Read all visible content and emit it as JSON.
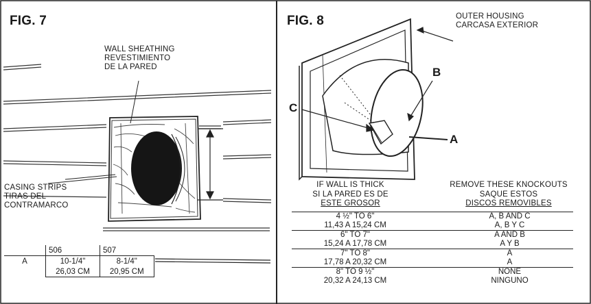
{
  "fig7": {
    "title": "FIG. 7",
    "wall_sheathing": [
      "WALL SHEATHING",
      "REVESTIMIENTO",
      "DE LA PARED"
    ],
    "casing_strips": [
      "CASING STRIPS",
      "TIRAS DEL",
      "CONTRAMARCO"
    ],
    "table": {
      "headers": [
        "",
        "506",
        "507"
      ],
      "rows": [
        [
          "A",
          "10-1/4\"",
          "8-1/4\""
        ],
        [
          "",
          "26,03 CM",
          "20,95 CM"
        ]
      ]
    }
  },
  "fig8": {
    "title": "FIG. 8",
    "outer_housing": [
      "OUTER HOUSING",
      "CARCASA EXTERIOR"
    ],
    "letters": {
      "a": "A",
      "b": "B",
      "c": "C"
    },
    "col1_header": [
      "IF WALL IS THICK",
      "SI LA PARED ES DE",
      "ESTE GROSOR"
    ],
    "col2_header": [
      "REMOVE THESE KNOCKOUTS",
      "SAQUE ESTOS",
      "DISCOS REMOVIBLES"
    ],
    "rows": [
      {
        "thick_in": "4 ½\" TO 6\"",
        "thick_cm": "11,43  A 15,24 CM",
        "remove_en": "A, B AND C",
        "remove_es": "A, B Y C"
      },
      {
        "thick_in": "6\" TO 7\"",
        "thick_cm": "15,24  A 17,78 CM",
        "remove_en": "A AND B",
        "remove_es": "A Y B"
      },
      {
        "thick_in": "7\" TO 8\"",
        "thick_cm": "17,78  A 20,32 CM",
        "remove_en": "A",
        "remove_es": "A"
      },
      {
        "thick_in": "8\" TO 9 ½\"",
        "thick_cm": "20,32  A 24,13 CM",
        "remove_en": "NONE",
        "remove_es": "NINGUNO"
      }
    ]
  }
}
